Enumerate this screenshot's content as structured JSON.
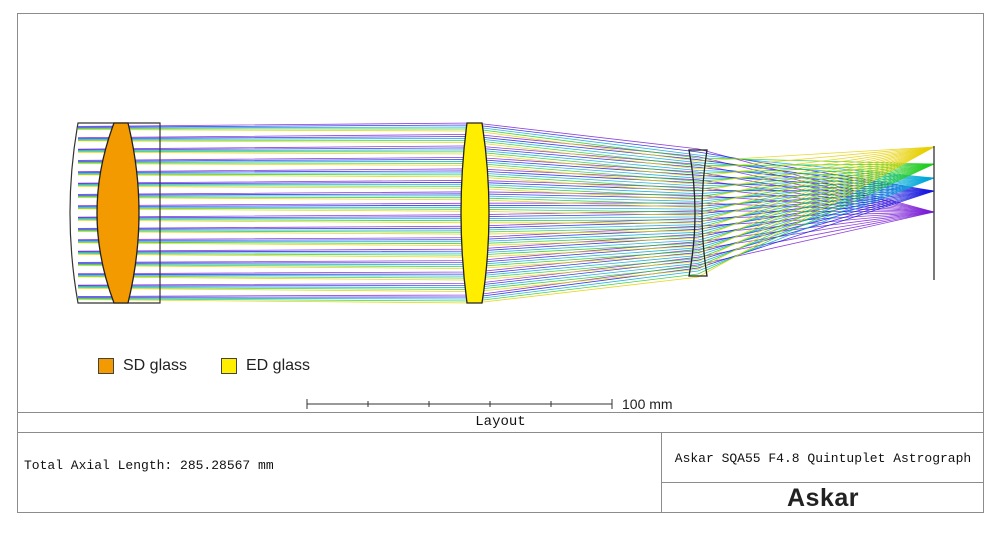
{
  "legend": [
    {
      "label": "SD glass",
      "color": "#f29a00"
    },
    {
      "label": "ED glass",
      "color": "#ffee00"
    }
  ],
  "scale_bar": {
    "label": "100 mm"
  },
  "layout_title": "Layout",
  "total_length": "Total Axial Length: 285.28567  mm",
  "system_name": "Askar SQA55 F4.8 Quintuplet Astrograph",
  "brand": "Askar",
  "ray_colors": [
    "#7a1fd6",
    "#1a1adf",
    "#00a8d8",
    "#22cc22",
    "#e6d000"
  ]
}
